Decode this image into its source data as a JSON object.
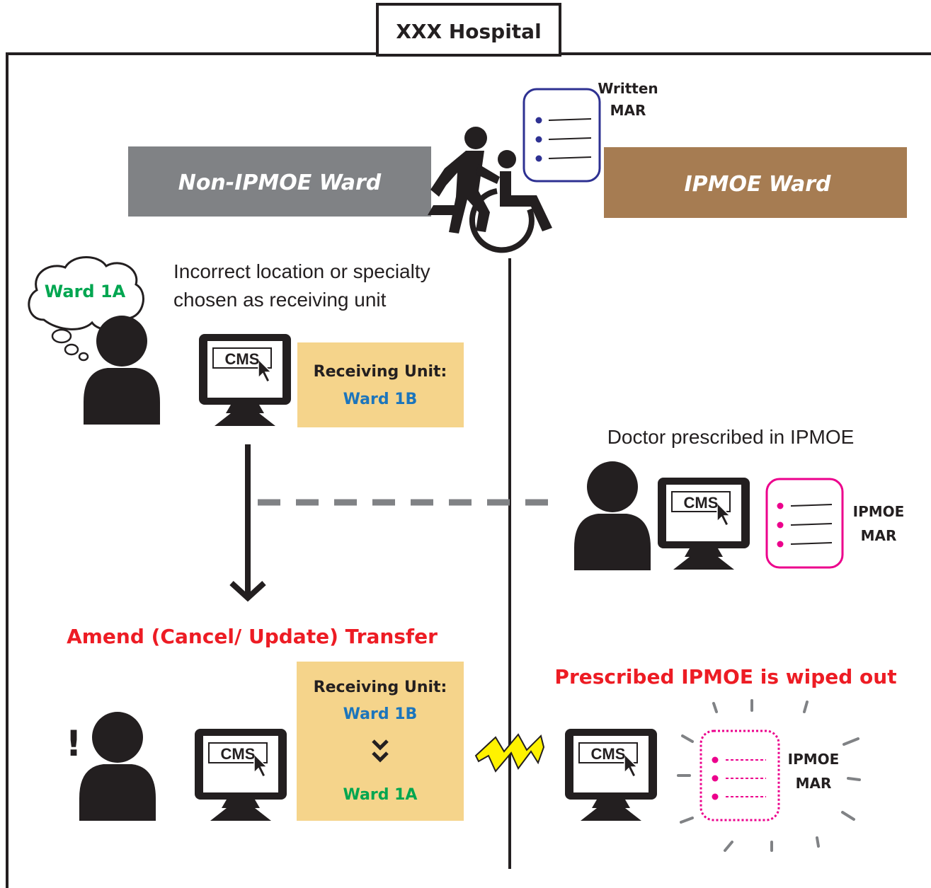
{
  "title": "XXX Hospital",
  "wards": {
    "left": "Non-IPMOE Ward",
    "right": "IPMOE Ward"
  },
  "written_mar": [
    "Written",
    "MAR"
  ],
  "thought_bubble": "Ward 1A",
  "caption_incorrect": [
    "Incorrect location or specialty",
    "chosen as receiving unit"
  ],
  "screen_label": "CMS",
  "receiving_unit_label": "Receiving Unit:",
  "ward_1b": "Ward 1B",
  "ward_1a": "Ward 1A",
  "caption_doctor": "Doctor prescribed in IPMOE",
  "ipmoe_mar": [
    "IPMOE",
    "MAR"
  ],
  "amend_text": "Amend (Cancel/ Update) Transfer",
  "wiped_text": "Prescribed IPMOE is wiped out",
  "exclamation": "!",
  "colors": {
    "non_ipmoe_grey": "#808285",
    "ipmoe_brown": "#a67c52",
    "note_bg": "#f5d48b",
    "green": "#00a650",
    "blue": "#1c75bc",
    "red": "#ed1c24",
    "magenta": "#ec008c",
    "navy": "#2e3192",
    "lightning": "#fff200"
  }
}
